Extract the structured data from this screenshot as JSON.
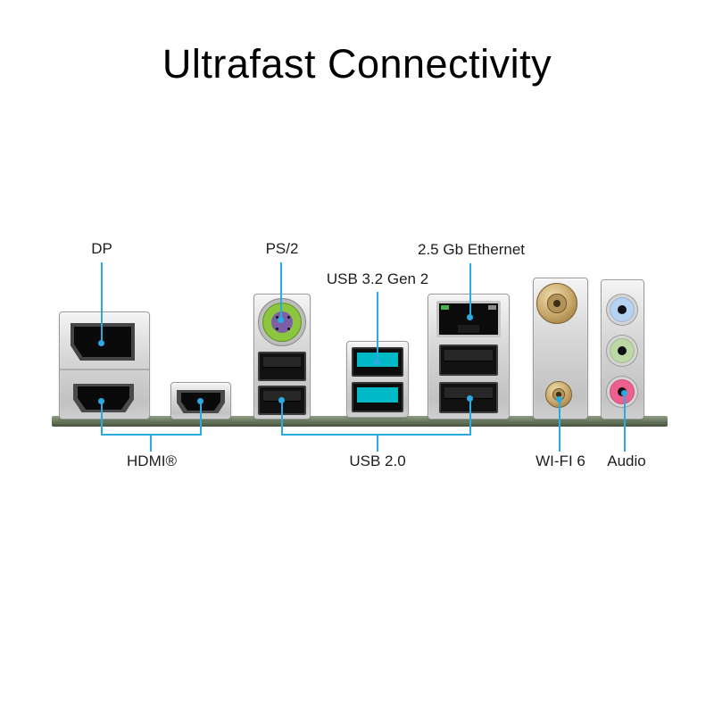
{
  "title": "Ultrafast Connectivity",
  "callouts": {
    "dp": {
      "label": "DP"
    },
    "ps2": {
      "label": "PS/2"
    },
    "usb32": {
      "label": "USB 3.2 Gen 2"
    },
    "ethernet": {
      "label": "2.5 Gb Ethernet"
    },
    "hdmi": {
      "label": "HDMI®"
    },
    "usb20": {
      "label": "USB 2.0"
    },
    "wifi": {
      "label": "WI-FI 6"
    },
    "audio": {
      "label": "Audio"
    }
  },
  "colors": {
    "callout": "#29abe2",
    "usb32_teal": "#00b9c7",
    "ps2_green": "#8cc63e",
    "ps2_purple": "#7d5fa8",
    "audio_blue": "#b5d2f2",
    "audio_green": "#bcd8a4",
    "audio_pink": "#ee5f8e",
    "pcb_green": "#697f5b",
    "antenna_gold": "#c7a567"
  }
}
